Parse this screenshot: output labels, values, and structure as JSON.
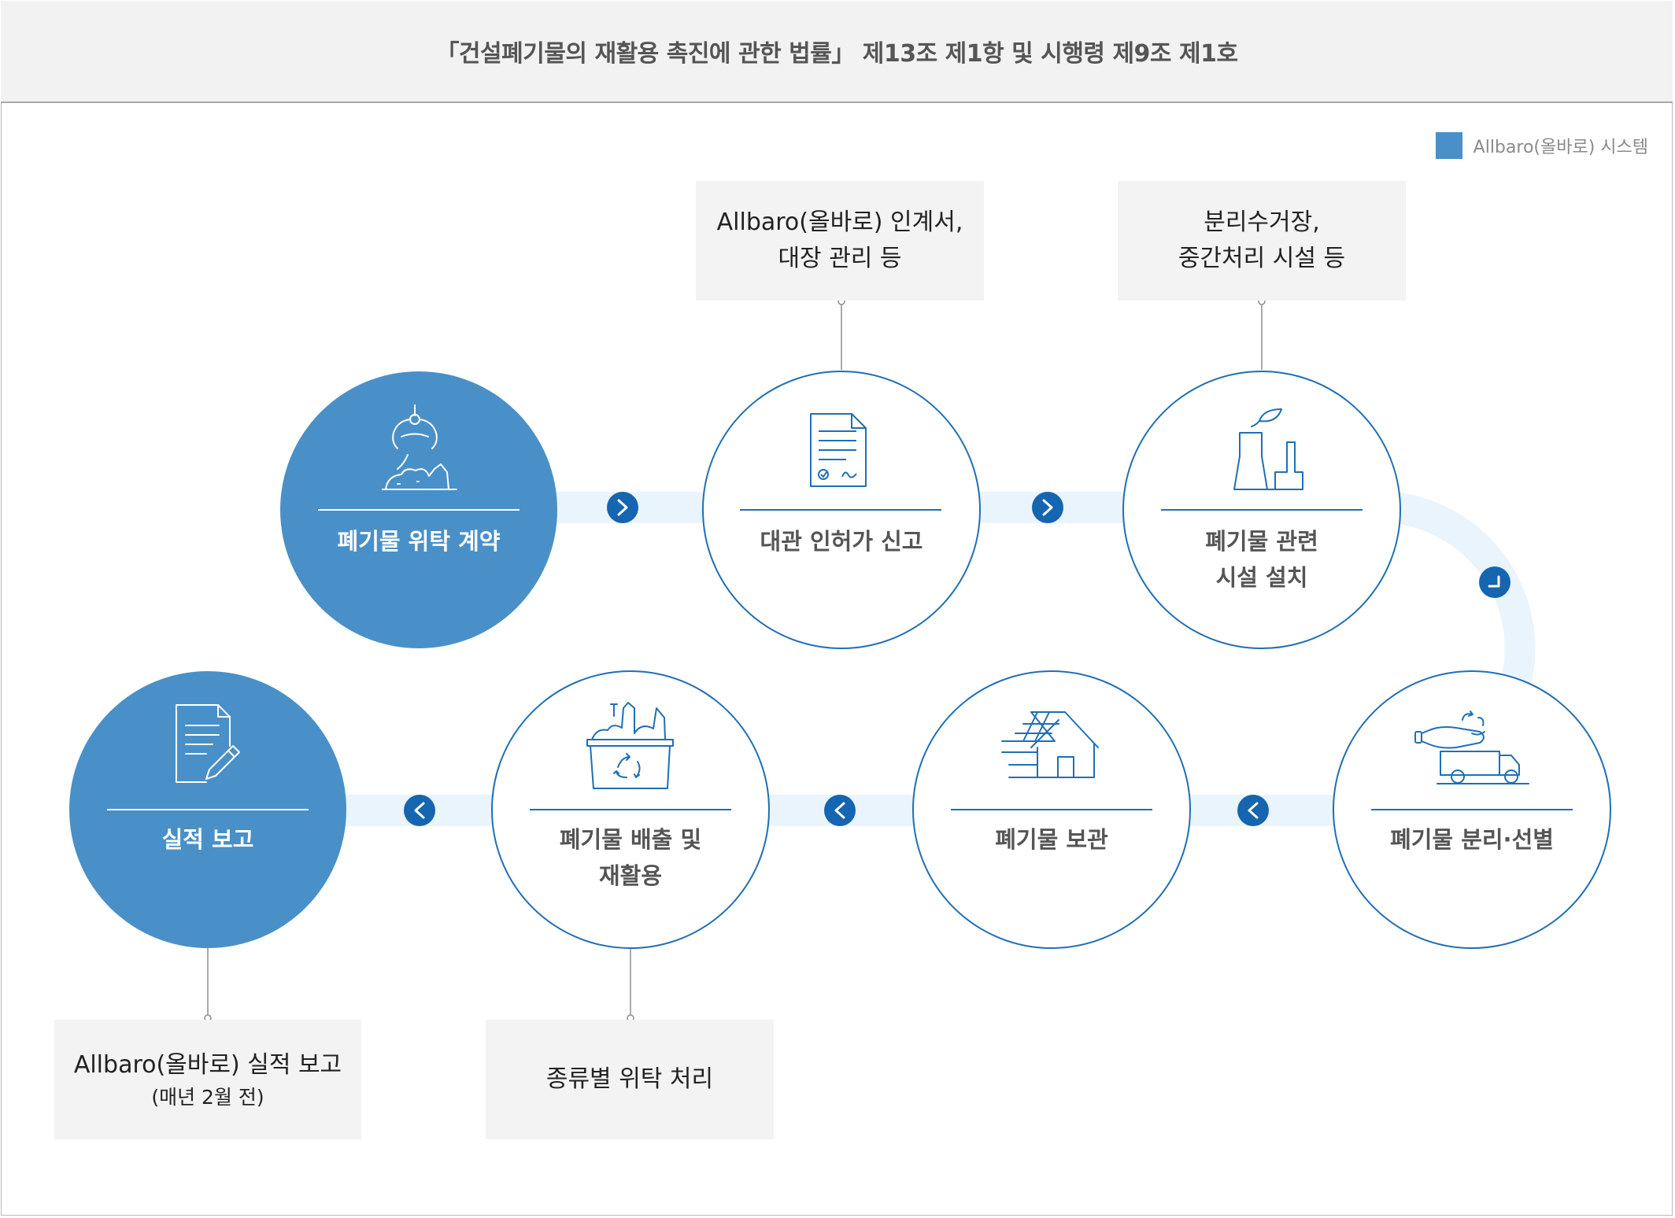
{
  "header": {
    "title": "「건설폐기물의 재활용 촉진에 관한 법률」 제13조 제1항 및 시행령 제9조 제1호"
  },
  "legend": {
    "label": "Allbaro(올바로) 시스템",
    "color": "#4a90c8"
  },
  "colors": {
    "accent": "#4a90c8",
    "outline": "#1f6fb5",
    "track": "#eaf4fc",
    "arrow": "#1565b0"
  },
  "steps": [
    {
      "label": "폐기물 위탁 계약",
      "allbaro": true,
      "icon": "excavator-claw-icon"
    },
    {
      "label": "대관 인허가 신고",
      "allbaro": false,
      "icon": "document-icon"
    },
    {
      "label": "폐기물 관련\n시설 설치",
      "allbaro": false,
      "icon": "factory-icon"
    },
    {
      "label": "폐기물 분리·선별",
      "allbaro": false,
      "icon": "recycling-truck-icon"
    },
    {
      "label": "폐기물 보관",
      "allbaro": false,
      "icon": "storage-house-icon"
    },
    {
      "label": "폐기물 배출 및\n재활용",
      "allbaro": false,
      "icon": "recycling-bin-icon"
    },
    {
      "label": "실적 보고",
      "allbaro": true,
      "icon": "report-edit-icon"
    }
  ],
  "notes": {
    "permit": {
      "line1": "Allbaro(올바로) 인계서,",
      "line2": "대장 관리 등"
    },
    "facility": {
      "line1": "분리수거장,",
      "line2": "중간처리 시설 등"
    },
    "report": {
      "line1": "Allbaro(올바로) 실적 보고",
      "line2": "(매년 2월 전)"
    },
    "disposal": {
      "line1": "종류별 위탁 처리"
    }
  }
}
